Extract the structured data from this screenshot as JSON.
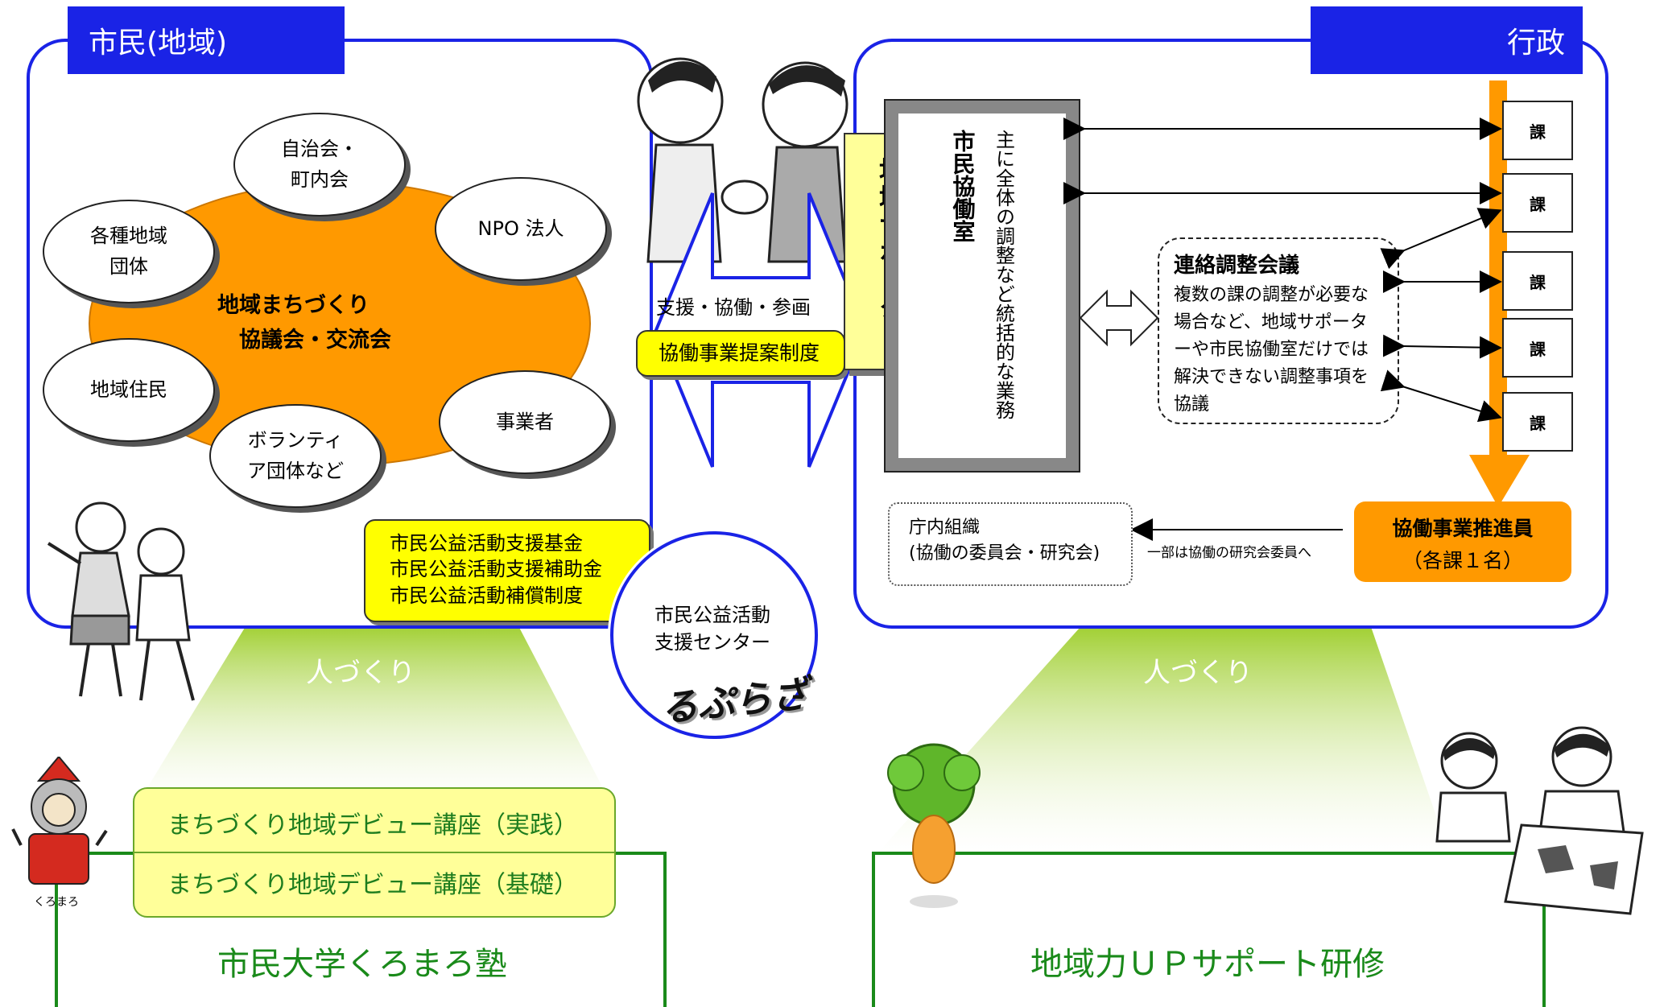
{
  "citizen": {
    "header": "市民(地域)",
    "center_title": "地域まちづくり\n　協議会・交流会",
    "groups": [
      "自治会・\n町内会",
      "各種地域\n団体",
      "NPO 法人",
      "地域住民",
      "ボランティ\nア団体など",
      "事業者"
    ],
    "funds": "市民公益活動支援基金\n市民公益活動支援補助金\n市民公益活動補償制度"
  },
  "middle": {
    "support_text": "支援・協働・参画",
    "proposal_system": "協働事業提案制度",
    "supporter": "地域サポーター",
    "center_name": "市民公益活動\n支援センター",
    "center_logo": "るぷらざ"
  },
  "government": {
    "header": "行政",
    "office_title": "市民協働室",
    "office_desc": "主に全体の調整など統括的な業務",
    "meeting_title": "連絡調整会議",
    "meeting_desc": "複数の課の調整が必要な場合など、地域サポーターや市民協働室だけでは解決できない調整事項を協議",
    "ka": [
      "課",
      "課",
      "課",
      "課",
      "課"
    ],
    "internal_org": "庁内組織\n(協働の委員会・研究会)",
    "arrow_note": "一部は協働の研究会委員へ",
    "promoter_title": "協働事業推進員",
    "promoter_sub": "（各課１名）"
  },
  "bottom": {
    "left_label": "人づくり",
    "right_label": "人づくり",
    "courses": [
      "まちづくり地域デビュー講座（実践）",
      "まちづくり地域デビュー講座（基礎）"
    ],
    "left_title": "市民大学くろまろ塾",
    "right_title": "地域力ＵＰサポート研修",
    "mascot_label": "くろまろ"
  },
  "colors": {
    "blue": "#1a23e6",
    "orange": "#ff9900",
    "yellow": "#ffff00",
    "green": "#1a8a1a"
  }
}
